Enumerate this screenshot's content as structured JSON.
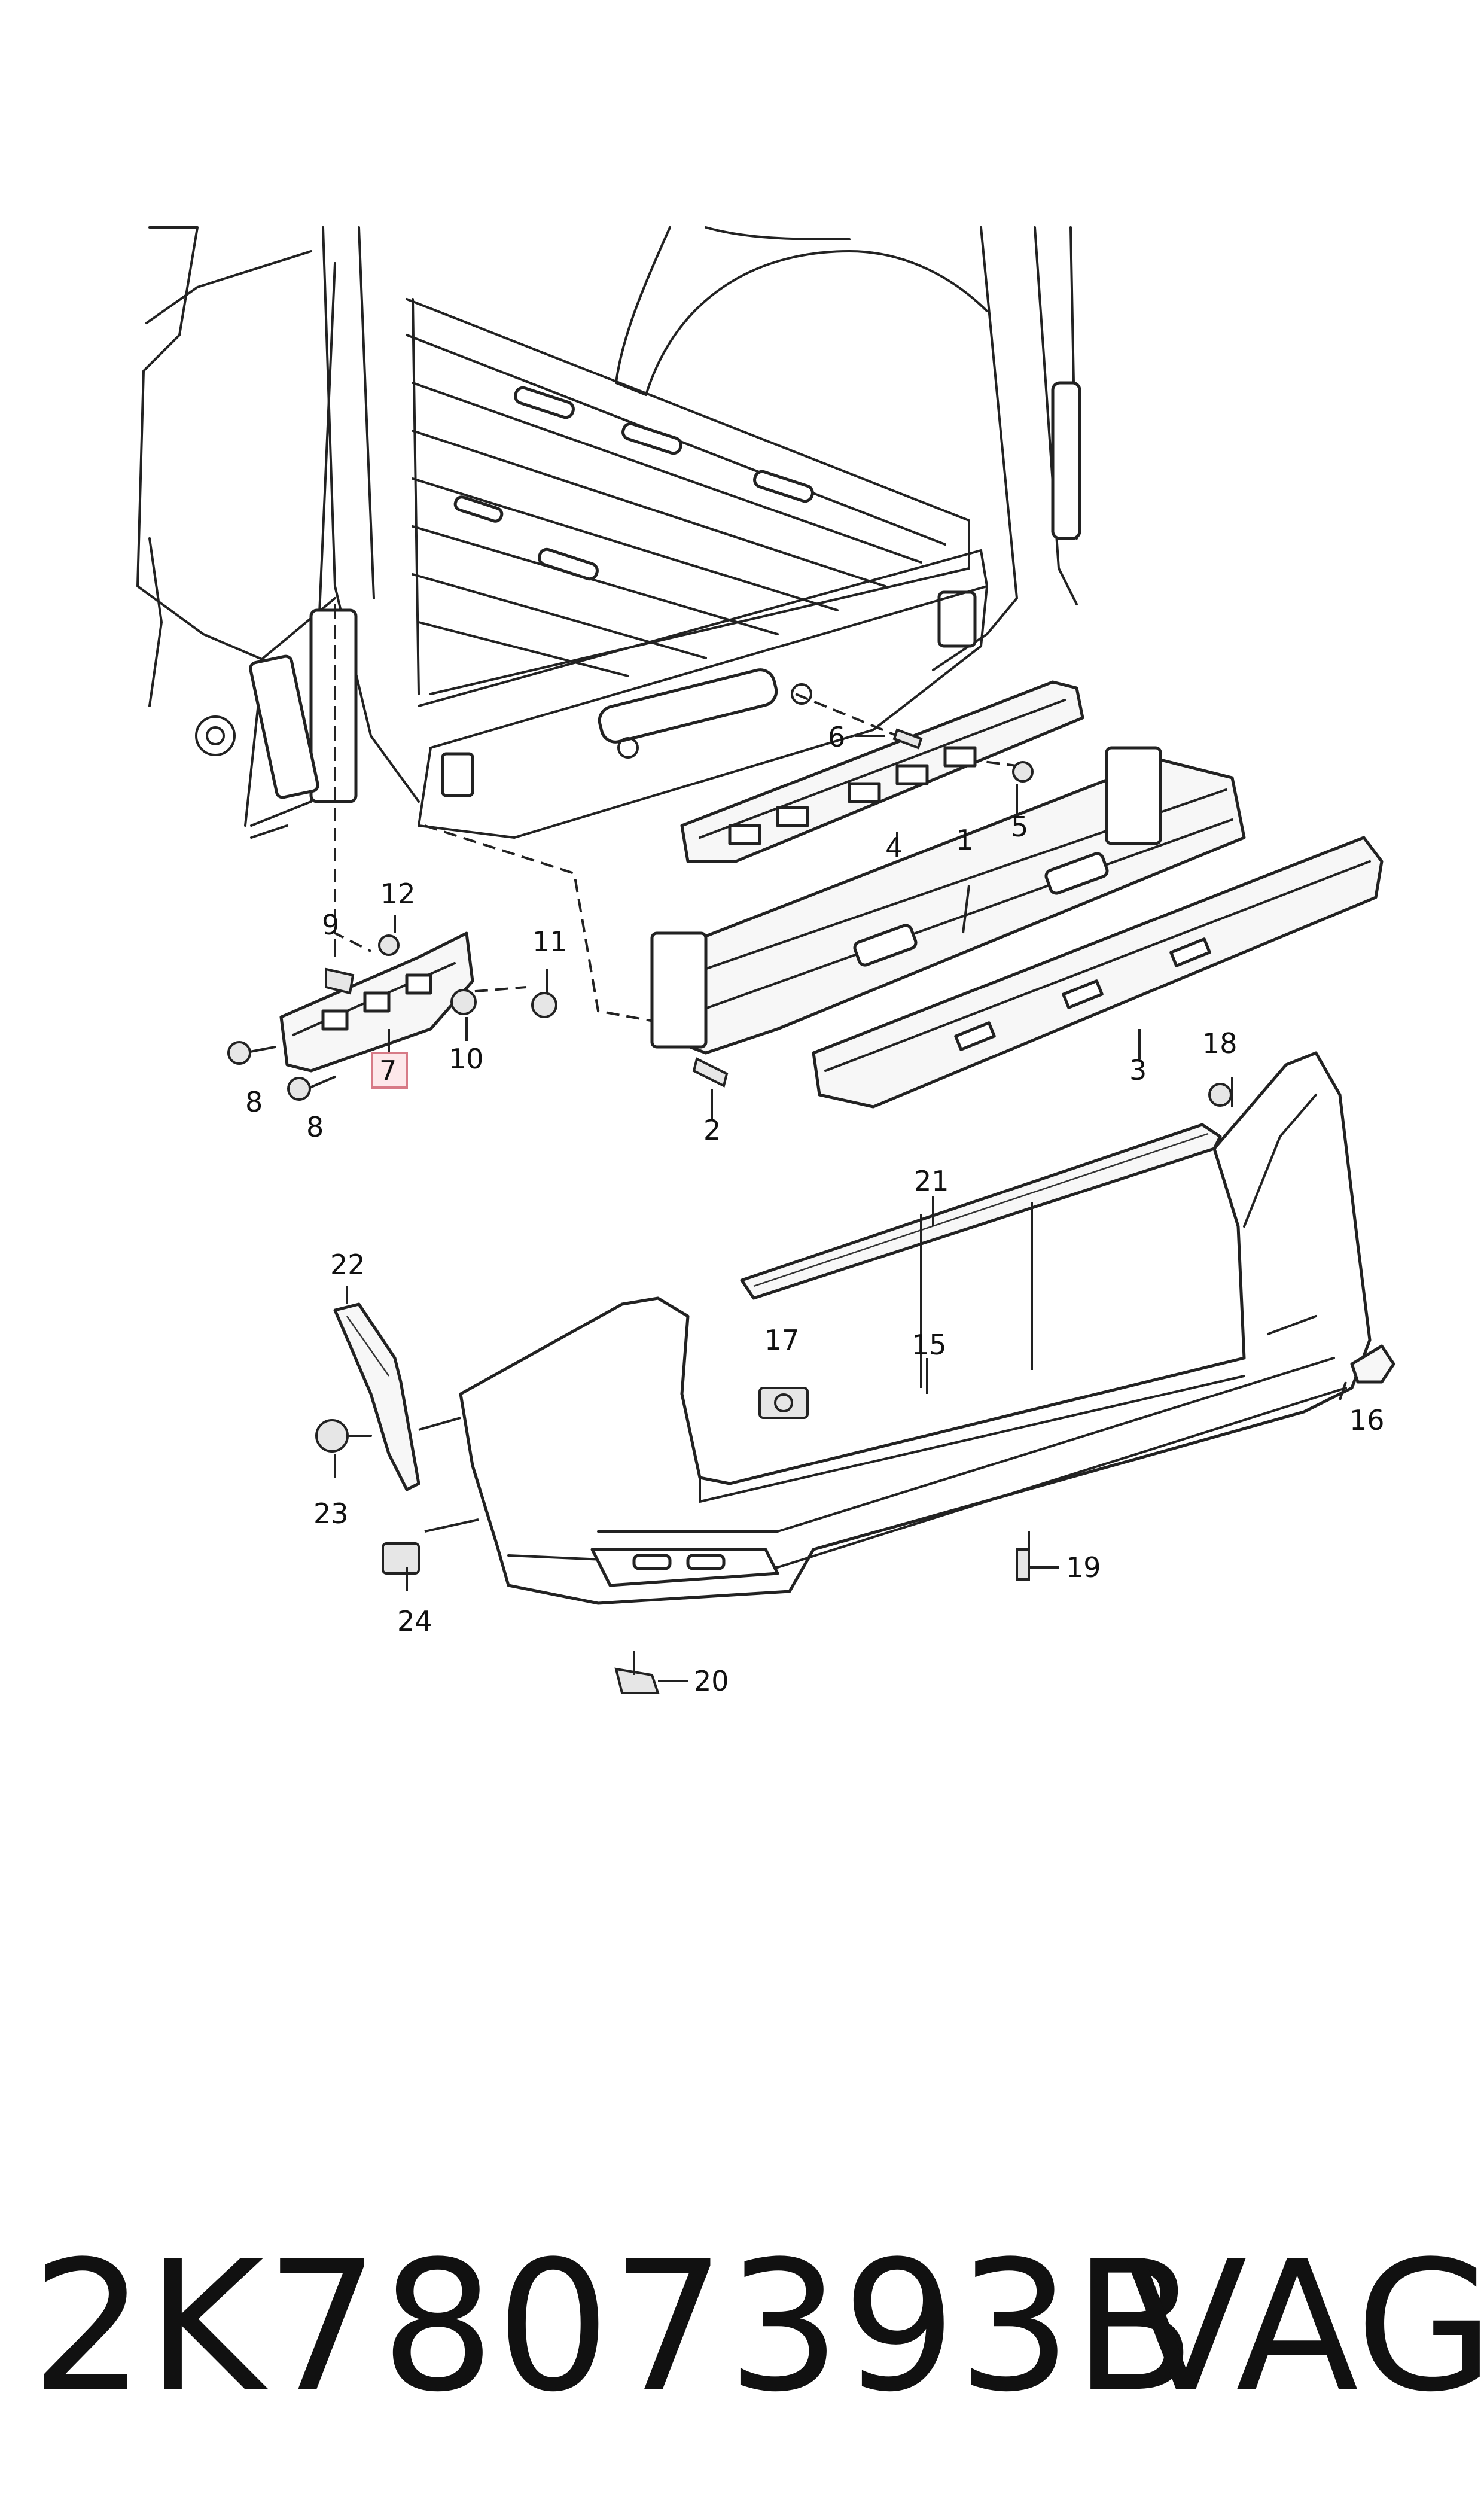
{
  "callouts": {
    "c1": "1",
    "c2": "2",
    "c3": "3",
    "c4": "4",
    "c5": "5",
    "c6": "6",
    "c7": "7",
    "c8a": "8",
    "c8b": "8",
    "c9": "9",
    "c10": "10",
    "c11": "11",
    "c12": "12",
    "c15": "15",
    "c16": "16",
    "c17": "17",
    "c18": "18",
    "c19": "19",
    "c20": "20",
    "c21": "21",
    "c22": "22",
    "c23": "23",
    "c24": "24"
  },
  "footer": {
    "part_number": "2K7807393B",
    "brand": "VAG"
  },
  "colors": {
    "highlight_fill": "#fde8ea",
    "highlight_stroke": "#d77a86",
    "line": "#222222"
  }
}
